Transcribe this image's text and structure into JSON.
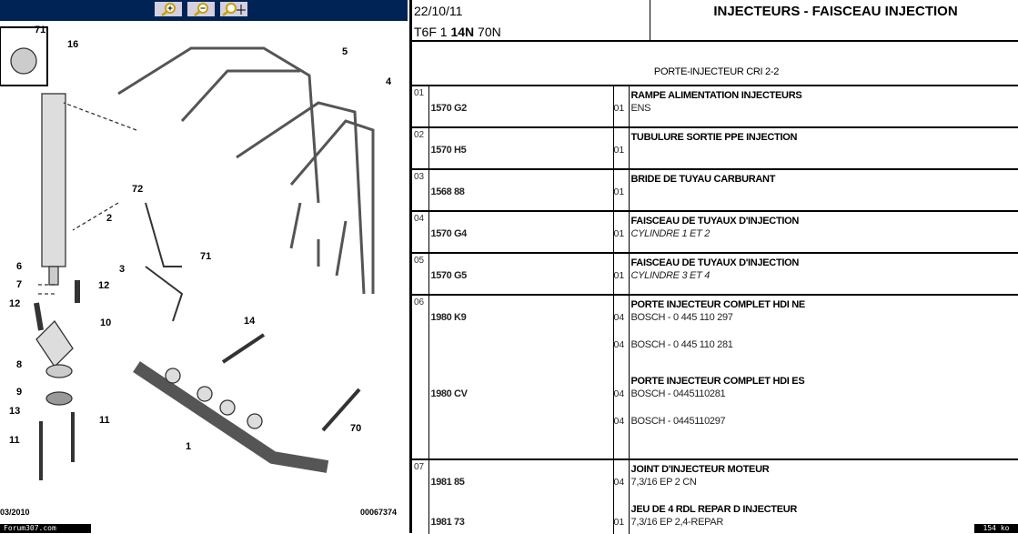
{
  "toolbar": {
    "buttons": [
      {
        "name": "zoom-in-button"
      },
      {
        "name": "zoom-out-button"
      },
      {
        "name": "zoom-fit-button"
      }
    ]
  },
  "diagram": {
    "callouts": [
      "71",
      "16",
      "5",
      "4",
      "72",
      "2",
      "71",
      "3",
      "6",
      "7",
      "12",
      "12",
      "10",
      "14",
      "8",
      "9",
      "13",
      "11",
      "11",
      "1",
      "70"
    ],
    "date": "03/2010",
    "code": "00067374",
    "watermark": "Forum307.com"
  },
  "header": {
    "date": "22/10/11",
    "model_pre": "T6F 1 ",
    "model_bold": "14N",
    "model_post": " 70N",
    "title": "INJECTEURS - FAISCEAU INJECTION",
    "subtitle": "PORTE-INJECTEUR CRI 2-2"
  },
  "rows": [
    {
      "no": "01",
      "ref": "1570 G2",
      "qty": "01",
      "title": "RAMPE ALIMENTATION INJECTEURS",
      "detail": "ENS"
    },
    {
      "no": "02",
      "ref": "1570 H5",
      "qty": "01",
      "title": "TUBULURE SORTIE PPE INJECTION",
      "detail": ""
    },
    {
      "no": "03",
      "ref": "1568 88",
      "qty": "01",
      "title": "BRIDE DE TUYAU CARBURANT",
      "detail": ""
    },
    {
      "no": "04",
      "ref": "1570 G4",
      "qty": "01",
      "title": "FAISCEAU DE TUYAUX D'INJECTION",
      "detail": "CYLINDRE 1 ET 2"
    },
    {
      "no": "05",
      "ref": "1570 G5",
      "qty": "01",
      "title": "FAISCEAU DE TUYAUX D'INJECTION",
      "detail": "CYLINDRE 3 ET 4"
    },
    {
      "no": "06",
      "items": [
        {
          "ref": "1980 K9",
          "title": "PORTE INJECTEUR COMPLET HDI NE",
          "lines": [
            {
              "qty": "04",
              "text": "BOSCH - 0 445 110 297"
            },
            {
              "qty": "04",
              "text": "BOSCH - 0 445 110 281"
            }
          ]
        },
        {
          "ref": "1980 CV",
          "title": "PORTE INJECTEUR COMPLET HDI ES",
          "lines": [
            {
              "qty": "04",
              "text": "BOSCH - 0445110281"
            },
            {
              "qty": "04",
              "text": "BOSCH - 0445110297"
            }
          ]
        }
      ]
    },
    {
      "no": "07",
      "items": [
        {
          "ref": "1981 85",
          "title": "JOINT D'INJECTEUR MOTEUR",
          "lines": [
            {
              "qty": "04",
              "text": "7,3/16 EP 2 CN"
            }
          ]
        },
        {
          "ref": "1981 73",
          "title": "JEU DE 4 RDL REPAR D INJECTEUR",
          "lines": [
            {
              "qty": "01",
              "text": "7,3/16 EP 2,4-REPAR"
            }
          ]
        }
      ]
    }
  ],
  "status": {
    "size": "154 ko"
  }
}
